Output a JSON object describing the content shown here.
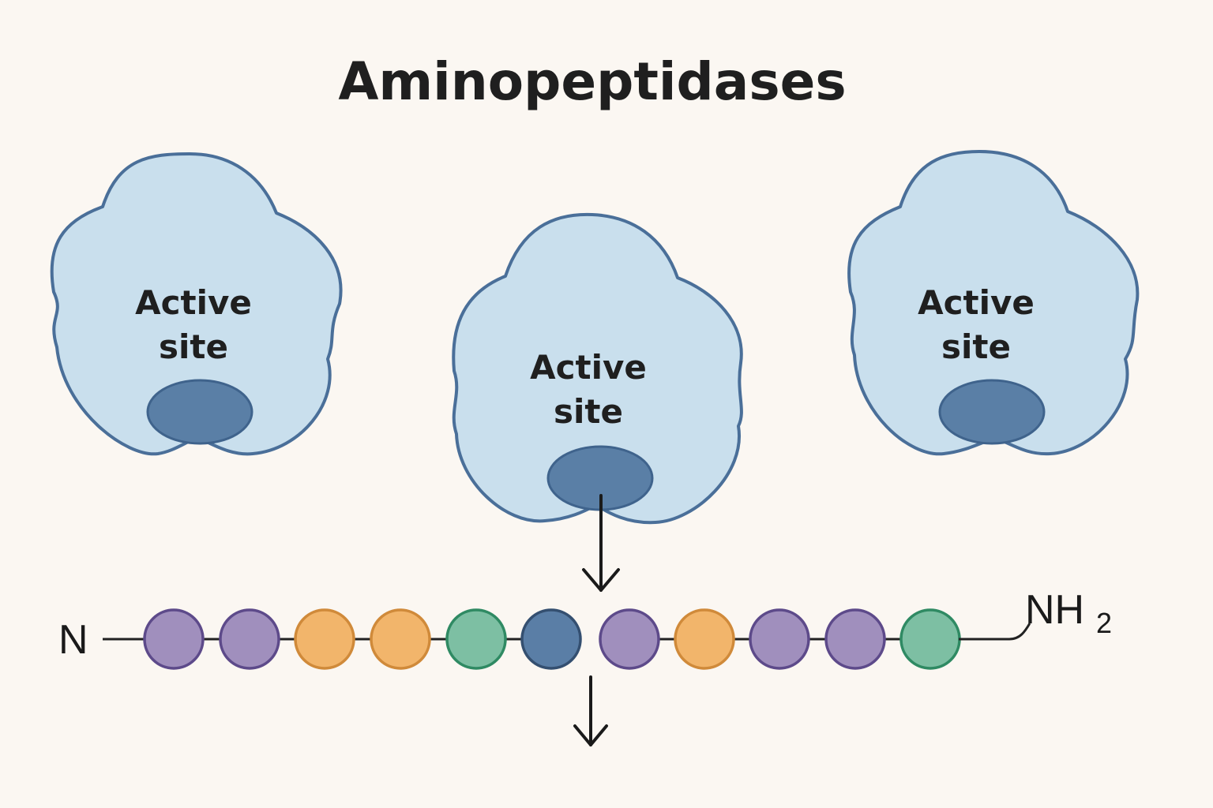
{
  "title": "Aminopeptidases",
  "enzymes": [
    {
      "label_line1": "Active",
      "label_line2": "site"
    },
    {
      "label_line1": "Active",
      "label_line2": "site"
    },
    {
      "label_line1": "Active",
      "label_line2": "site"
    }
  ],
  "chain": {
    "n_label": "N",
    "c_label": "NH",
    "c_label_subscript": "2",
    "residues": [
      {
        "color": "purple"
      },
      {
        "color": "purple"
      },
      {
        "color": "orange"
      },
      {
        "color": "orange"
      },
      {
        "color": "green"
      },
      {
        "color": "blue"
      },
      {
        "color": "purple"
      },
      {
        "color": "orange"
      },
      {
        "color": "purple"
      },
      {
        "color": "purple"
      },
      {
        "color": "green"
      }
    ]
  },
  "palette": {
    "purple": {
      "fill": "#a08fbd",
      "stroke": "#5d4a8a"
    },
    "orange": {
      "fill": "#f2b56b",
      "stroke": "#d08a3a"
    },
    "green": {
      "fill": "#7dbfa3",
      "stroke": "#2f8a63"
    },
    "blue": {
      "fill": "#5a7ea6",
      "stroke": "#344f70"
    }
  }
}
